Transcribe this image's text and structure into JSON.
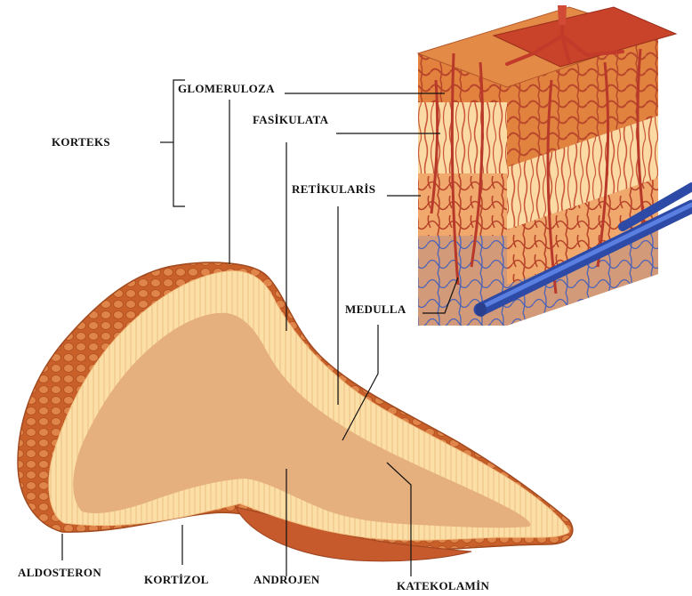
{
  "labels": {
    "korteks": "KORTEKS",
    "glomeruloza": "GLOMERULOZA",
    "fasikulata": "FASİKULATA",
    "retikularis": "RETİKULARİS",
    "medulla": "MEDULLA",
    "aldosteron": "ALDOSTERON",
    "kortizol": "KORTİZOL",
    "androjen": "ANDROJEN",
    "katekolamin": "KATEKOLAMİN"
  },
  "colors": {
    "glomeruloza": "#d9783a",
    "fasikulata": "#fbd79a",
    "retikularis": "#eea46a",
    "medulla": "#c98c6a",
    "artery": "#c23a2a",
    "vein": "#3a5fc2",
    "gland_inner": "#e6b07e",
    "gland_band": "#fcdfa6"
  }
}
